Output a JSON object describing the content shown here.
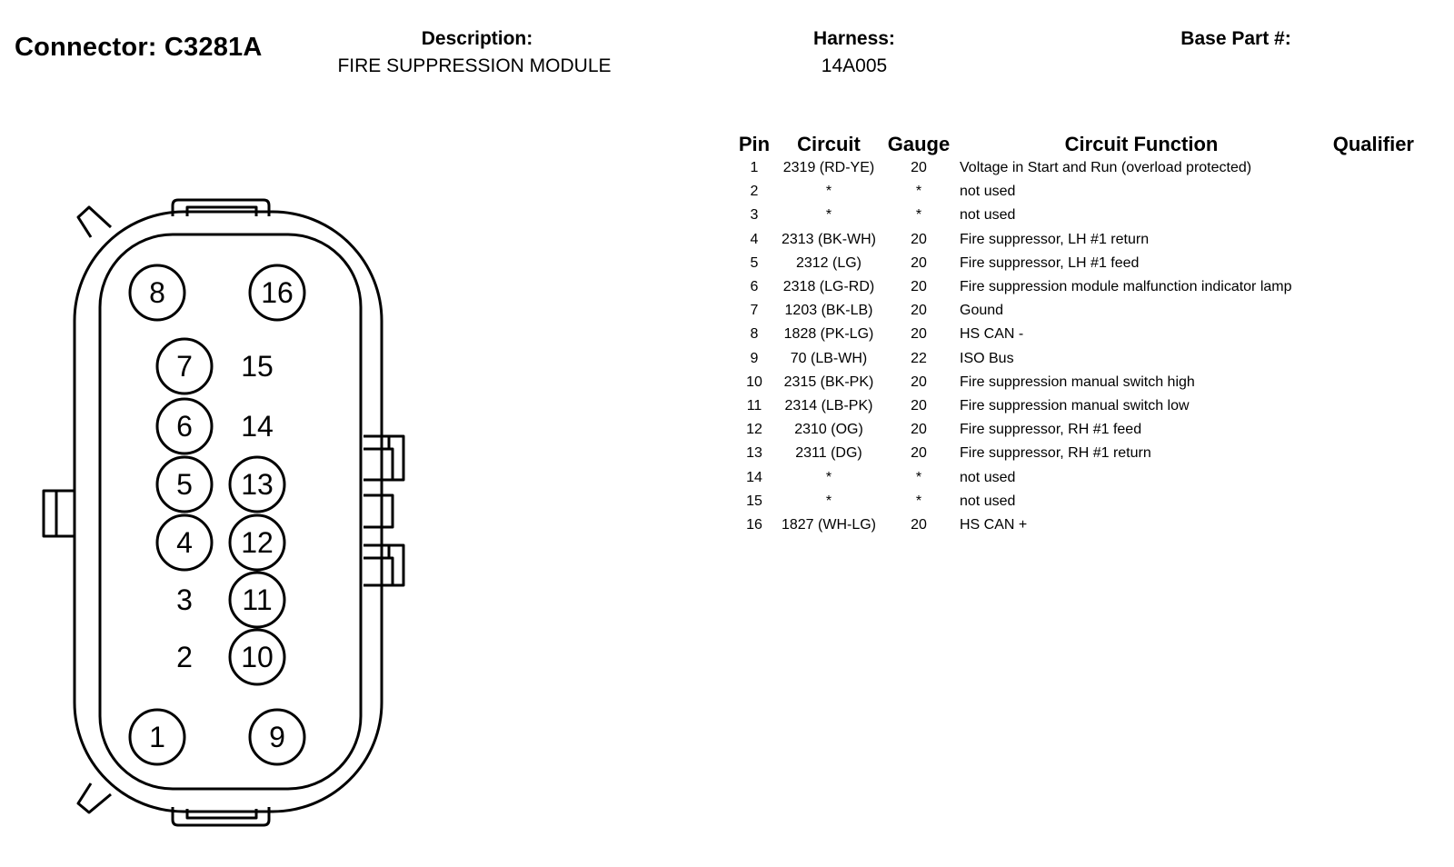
{
  "header": {
    "connector": "Connector: C3281A",
    "description_label": "Description:",
    "description_value": "FIRE SUPPRESSION MODULE",
    "harness_label": "Harness:",
    "harness_value": "14A005",
    "base_part_label": "Base Part #:"
  },
  "table": {
    "headers": {
      "pin": "Pin",
      "circuit": "Circuit",
      "gauge": "Gauge",
      "function": "Circuit Function",
      "qualifier": "Qualifier"
    },
    "rows": [
      {
        "pin": "1",
        "circuit": "2319 (RD-YE)",
        "gauge": "20",
        "function": "Voltage in Start and Run (overload protected)"
      },
      {
        "pin": "2",
        "circuit": "*",
        "gauge": "*",
        "function": "not used"
      },
      {
        "pin": "3",
        "circuit": "*",
        "gauge": "*",
        "function": "not used"
      },
      {
        "pin": "4",
        "circuit": "2313 (BK-WH)",
        "gauge": "20",
        "function": "Fire suppressor, LH #1 return"
      },
      {
        "pin": "5",
        "circuit": "2312 (LG)",
        "gauge": "20",
        "function": "Fire suppressor, LH #1 feed"
      },
      {
        "pin": "6",
        "circuit": "2318 (LG-RD)",
        "gauge": "20",
        "function": "Fire suppression module malfunction indicator lamp"
      },
      {
        "pin": "7",
        "circuit": "1203 (BK-LB)",
        "gauge": "20",
        "function": "Gound"
      },
      {
        "pin": "8",
        "circuit": "1828 (PK-LG)",
        "gauge": "20",
        "function": "HS CAN -"
      },
      {
        "pin": "9",
        "circuit": "70 (LB-WH)",
        "gauge": "22",
        "function": "ISO Bus"
      },
      {
        "pin": "10",
        "circuit": "2315 (BK-PK)",
        "gauge": "20",
        "function": "Fire suppression manual switch high"
      },
      {
        "pin": "11",
        "circuit": "2314 (LB-PK)",
        "gauge": "20",
        "function": "Fire suppression manual switch low"
      },
      {
        "pin": "12",
        "circuit": "2310 (OG)",
        "gauge": "20",
        "function": "Fire suppressor, RH #1 feed"
      },
      {
        "pin": "13",
        "circuit": "2311 (DG)",
        "gauge": "20",
        "function": "Fire suppressor, RH #1 return"
      },
      {
        "pin": "14",
        "circuit": "*",
        "gauge": "*",
        "function": "not used"
      },
      {
        "pin": "15",
        "circuit": "*",
        "gauge": "*",
        "function": "not used"
      },
      {
        "pin": "16",
        "circuit": "1827 (WH-LG)",
        "gauge": "20",
        "function": "HS CAN +"
      }
    ]
  },
  "diagram": {
    "pins": [
      {
        "label": "8",
        "circled": true
      },
      {
        "label": "16",
        "circled": true
      },
      {
        "label": "7",
        "circled": true
      },
      {
        "label": "15",
        "circled": false
      },
      {
        "label": "6",
        "circled": true
      },
      {
        "label": "14",
        "circled": false
      },
      {
        "label": "5",
        "circled": true
      },
      {
        "label": "13",
        "circled": true
      },
      {
        "label": "4",
        "circled": true
      },
      {
        "label": "12",
        "circled": true
      },
      {
        "label": "3",
        "circled": false
      },
      {
        "label": "11",
        "circled": true
      },
      {
        "label": "2",
        "circled": false
      },
      {
        "label": "10",
        "circled": true
      },
      {
        "label": "1",
        "circled": true
      },
      {
        "label": "9",
        "circled": true
      }
    ]
  }
}
